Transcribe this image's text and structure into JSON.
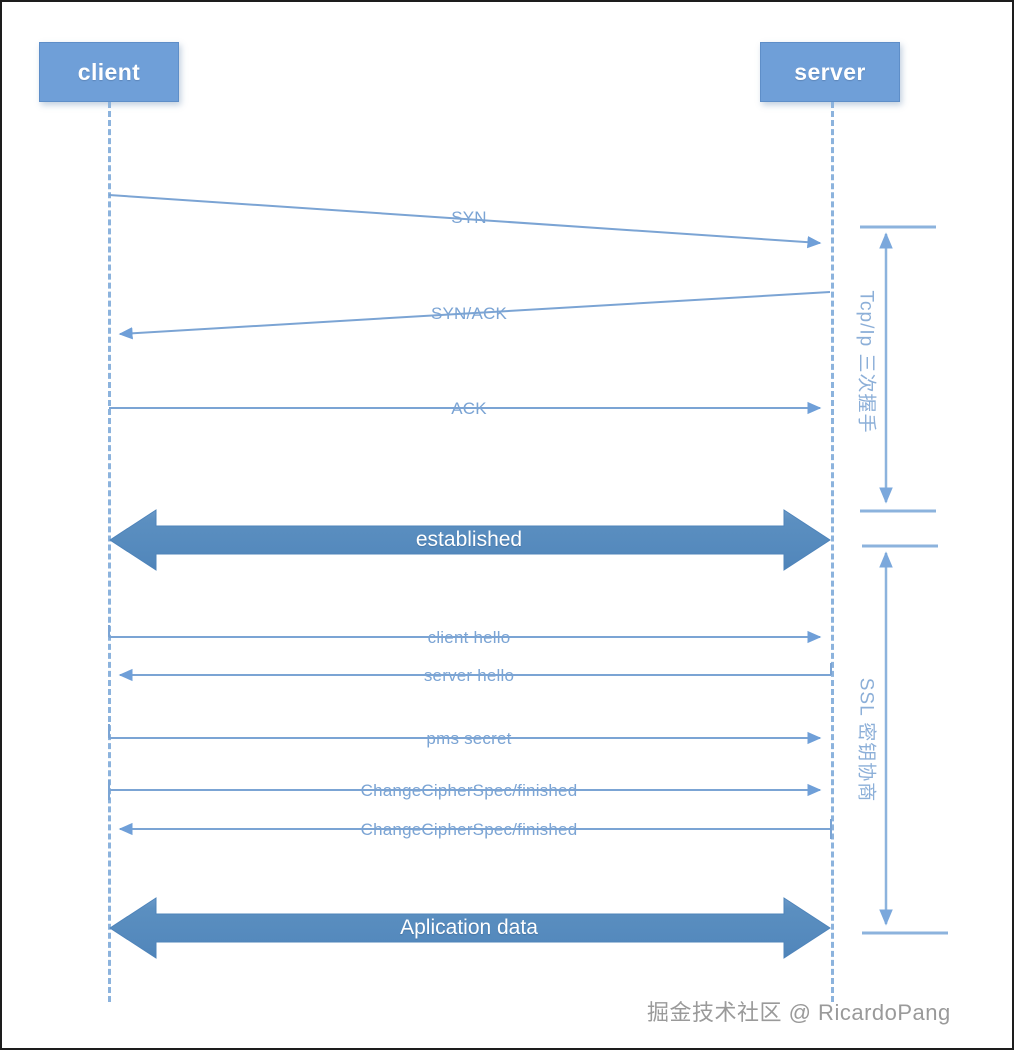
{
  "diagram": {
    "title": "TCP/IP three-way handshake and SSL key negotiation sequence",
    "colors": {
      "actor_fill": "#6f9fd8",
      "actor_text": "#ffffff",
      "lifeline": "#8cb3dd",
      "thin_arrow": "#7ba4d4",
      "message_text": "#7ba4d4",
      "thick_bar": "#5b8fc0",
      "thick_bar_text": "#ffffff",
      "bracket": "#8cafd8",
      "watermark_text": "#9a9a9a",
      "frame_border": "#1d1d1d",
      "background": "#ffffff"
    },
    "actors": [
      {
        "id": "client",
        "label": "client"
      },
      {
        "id": "server",
        "label": "server"
      }
    ],
    "messages": [
      {
        "id": "syn",
        "label": "SYN",
        "from": "client",
        "to": "server",
        "style": "thin",
        "sloped": true
      },
      {
        "id": "syn-ack",
        "label": "SYN/ACK",
        "from": "server",
        "to": "client",
        "style": "thin",
        "sloped": true
      },
      {
        "id": "ack",
        "label": "ACK",
        "from": "client",
        "to": "server",
        "style": "thin",
        "sloped": false
      },
      {
        "id": "established",
        "label": "established",
        "from": "both",
        "to": "both",
        "style": "thick-bidirectional",
        "sloped": false
      },
      {
        "id": "client-hello",
        "label": "client hello",
        "from": "client",
        "to": "server",
        "style": "thin",
        "sloped": false
      },
      {
        "id": "server-hello",
        "label": "server hello",
        "from": "server",
        "to": "client",
        "style": "thin",
        "sloped": false
      },
      {
        "id": "pms-secret",
        "label": "pms secret",
        "from": "client",
        "to": "server",
        "style": "thin",
        "sloped": false
      },
      {
        "id": "ccs-finished-1",
        "label": "ChangeCipherSpec/finished",
        "from": "client",
        "to": "server",
        "style": "thin",
        "sloped": false
      },
      {
        "id": "ccs-finished-2",
        "label": "ChangeCipherSpec/finished",
        "from": "server",
        "to": "client",
        "style": "thin",
        "sloped": false
      },
      {
        "id": "application-data",
        "label": "Aplication data",
        "from": "both",
        "to": "both",
        "style": "thick-bidirectional",
        "sloped": false
      }
    ],
    "brackets": [
      {
        "id": "tcp-handshake",
        "label": "Tcp/Ip 三次握手",
        "covers": [
          "syn",
          "syn-ack",
          "ack"
        ]
      },
      {
        "id": "ssl-negotiation",
        "label": "SSL 密钥协商",
        "covers": [
          "client-hello",
          "server-hello",
          "pms-secret",
          "ccs-finished-1",
          "ccs-finished-2"
        ]
      }
    ],
    "watermark": "掘金技术社区 @ RicardoPang"
  }
}
